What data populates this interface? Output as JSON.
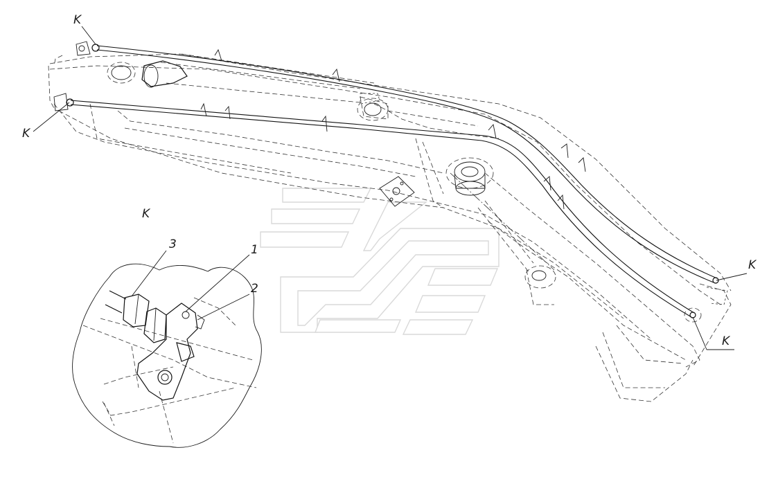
{
  "labels": {
    "k_top_left": "K",
    "k_mid_left": "K",
    "k_right_upper": "K",
    "k_right_lower": "K",
    "k_view": "K",
    "num_1": "1",
    "num_2": "2",
    "num_3": "3"
  },
  "colors": {
    "line": "#1a1a1a",
    "watermark": "#d9d9d9",
    "background": "#ffffff"
  }
}
